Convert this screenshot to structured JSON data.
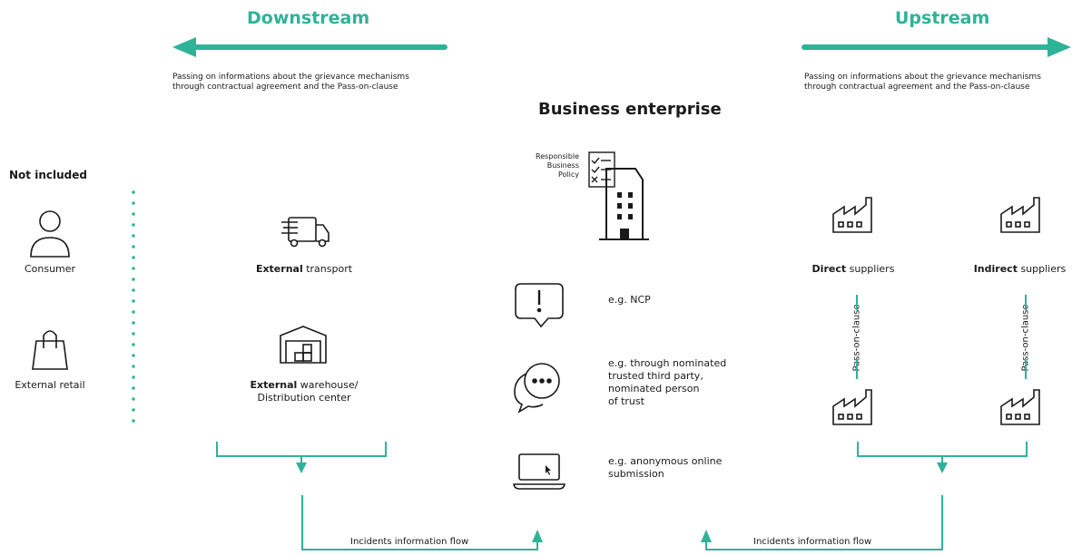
{
  "colors": {
    "accent": "#2eb398",
    "ink": "#1a1a1a"
  },
  "downstream": {
    "title": "Downstream",
    "note_line1": "Passing on informations about the grievance mechanisms",
    "note_line2": "through contractual agreement and the Pass-on-clause",
    "transport_bold": "External",
    "transport_rest": " transport",
    "warehouse_bold": "External",
    "warehouse_rest": " warehouse/",
    "warehouse_line2": "Distribution center",
    "flow_label": "Incidents information flow"
  },
  "upstream": {
    "title": "Upstream",
    "note_line1": "Passing on informations about the grievance mechanisms",
    "note_line2": "through contractual agreement and the Pass-on-clause",
    "direct_bold": "Direct",
    "direct_rest": " suppliers",
    "indirect_bold": "Indirect",
    "indirect_rest": " suppliers",
    "pass_label_1": "Pass-on-clause",
    "pass_label_2": "Pass-on-clause",
    "flow_label": "Incidents information flow"
  },
  "center": {
    "title": "Business enterprise",
    "policy_line1": "Responsible",
    "policy_line2": "Business",
    "policy_line3": "Policy",
    "ncp": "e.g. NCP",
    "trusted_line1": "e.g. through nominated",
    "trusted_line2": "trusted third party,",
    "trusted_line3": "nominated person",
    "trusted_line4": "of trust",
    "online_line1": "e.g. anonymous online",
    "online_line2": "submission"
  },
  "not_included": {
    "title": "Not included",
    "consumer": "Consumer",
    "retail": "External retail"
  },
  "icons": [
    "arrow-left-icon",
    "arrow-right-icon",
    "person-icon",
    "shopping-bag-icon",
    "truck-icon",
    "warehouse-icon",
    "office-building-icon",
    "checklist-icon",
    "factory-icon",
    "exclamation-bubble-icon",
    "chat-bubbles-icon",
    "laptop-icon"
  ]
}
